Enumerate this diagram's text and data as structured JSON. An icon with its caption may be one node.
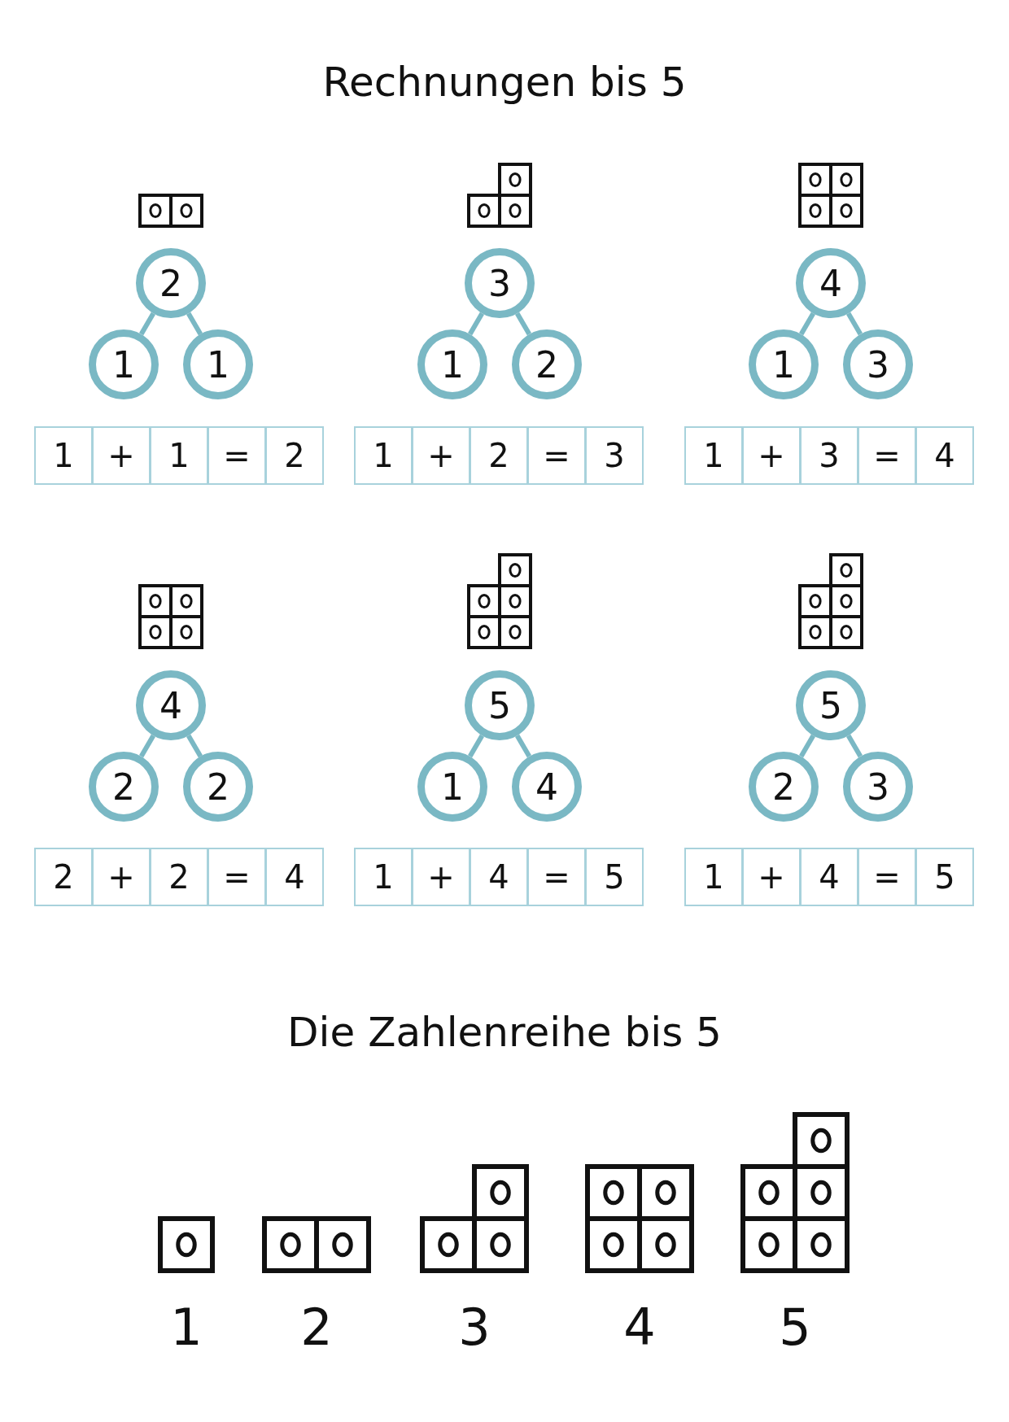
{
  "diagram": {
    "title": "Rechnungen bis 5",
    "nodes": [
      {
        "text": [
          "2"
        ]
      },
      {
        "text": [
          "1"
        ]
      },
      {
        "text": [
          "1"
        ]
      },
      {
        "text": [
          "3"
        ]
      },
      {
        "text": [
          "1"
        ]
      },
      {
        "text": [
          "2"
        ]
      },
      {
        "text": [
          "4"
        ]
      },
      {
        "text": [
          "1"
        ]
      },
      {
        "text": [
          "3"
        ]
      },
      {
        "text": [
          "4"
        ]
      },
      {
        "text": [
          "2"
        ]
      },
      {
        "text": [
          "2"
        ]
      },
      {
        "text": [
          "5"
        ]
      },
      {
        "text": [
          "1"
        ]
      },
      {
        "text": [
          "4"
        ]
      },
      {
        "text": [
          "5"
        ]
      },
      {
        "text": [
          "2"
        ]
      },
      {
        "text": [
          "3"
        ]
      }
    ],
    "edges": [
      {
        "from": 0,
        "to": 1,
        "arrow": "none"
      },
      {
        "from": 0,
        "to": 2,
        "arrow": "none"
      },
      {
        "from": 3,
        "to": 4,
        "arrow": "none"
      },
      {
        "from": 3,
        "to": 5,
        "arrow": "none"
      },
      {
        "from": 6,
        "to": 7,
        "arrow": "none"
      },
      {
        "from": 6,
        "to": 8,
        "arrow": "none"
      },
      {
        "from": 9,
        "to": 10,
        "arrow": "none"
      },
      {
        "from": 9,
        "to": 11,
        "arrow": "none"
      },
      {
        "from": 12,
        "to": 13,
        "arrow": "none"
      },
      {
        "from": 12,
        "to": 14,
        "arrow": "none"
      },
      {
        "from": 15,
        "to": 16,
        "arrow": "none"
      },
      {
        "from": 15,
        "to": 17,
        "arrow": "none"
      }
    ],
    "labels": [
      "1",
      "+",
      "1",
      "=",
      "2",
      "1",
      "+",
      "2",
      "=",
      "3",
      "1",
      "+",
      "3",
      "=",
      "4",
      "2",
      "+",
      "2",
      "=",
      "4",
      "1",
      "+",
      "4",
      "=",
      "5",
      "1",
      "+",
      "4",
      "=",
      "5",
      "Die Zahlenreihe bis 5",
      "1",
      "2",
      "3",
      "4",
      "5"
    ]
  }
}
